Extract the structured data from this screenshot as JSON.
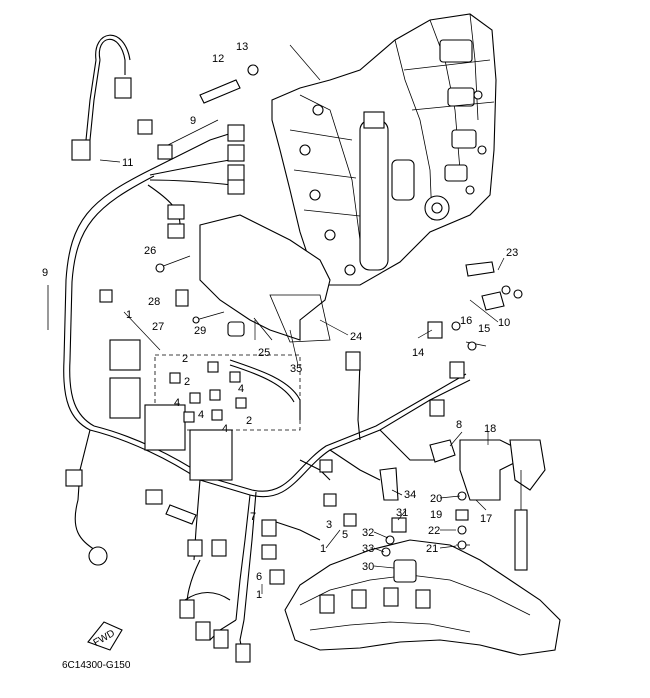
{
  "diagram": {
    "code": "6C14300-G150",
    "fwd_label": "FWD",
    "callouts": {
      "c1": "1",
      "c2": "1",
      "c3": "1",
      "c2a": "2",
      "c2b": "2",
      "c2c": "2",
      "c3a": "3",
      "c4a": "4",
      "c4b": "4",
      "c4c": "4",
      "c4d": "4",
      "c5": "5",
      "c6": "6",
      "c7": "7",
      "c8": "8",
      "c9a": "9",
      "c9b": "9",
      "c10": "10",
      "c11": "11",
      "c12": "12",
      "c13": "13",
      "c14": "14",
      "c15": "15",
      "c16": "16",
      "c17": "17",
      "c18": "18",
      "c19": "19",
      "c20": "20",
      "c21": "21",
      "c22": "22",
      "c23": "23",
      "c24": "24",
      "c25": "25",
      "c26": "26",
      "c27": "27",
      "c28": "28",
      "c29": "29",
      "c30": "30",
      "c31": "31",
      "c32": "32",
      "c33": "33",
      "c34": "34",
      "c35": "35"
    }
  }
}
